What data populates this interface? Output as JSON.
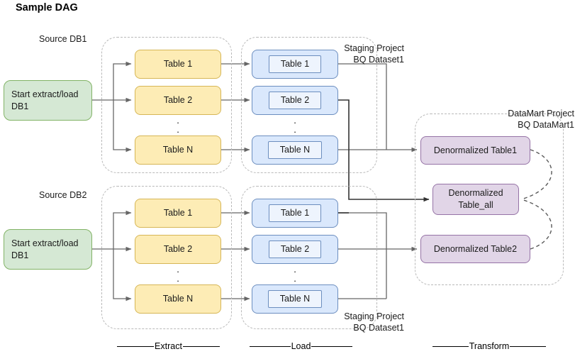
{
  "title": "Sample DAG",
  "groups": {
    "source_db1_label": "Source DB1",
    "source_db2_label": "Source DB2",
    "staging_top_label": "Staging Project\nBQ Dataset1",
    "staging_bottom_label": "Staging Project\nBQ Dataset1",
    "datamart_label": "DataMart Project\nBQ DataMart1"
  },
  "start_nodes": [
    {
      "id": "start-db1-top",
      "text": "Start extract/load DB1"
    },
    {
      "id": "start-db1-bottom",
      "text": "Start extract/load DB1"
    }
  ],
  "extract_top": [
    {
      "label": "Table 1"
    },
    {
      "label": "Table 2"
    },
    {
      "label": "Table N"
    }
  ],
  "extract_bottom": [
    {
      "label": "Table 1"
    },
    {
      "label": "Table 2"
    },
    {
      "label": "Table N"
    }
  ],
  "load_top": [
    {
      "label": "Table 1"
    },
    {
      "label": "Table 2"
    },
    {
      "label": "Table N"
    }
  ],
  "load_bottom": [
    {
      "label": "Table 1"
    },
    {
      "label": "Table 2"
    },
    {
      "label": "Table N"
    }
  ],
  "transform": [
    {
      "id": "denorm-table1",
      "label": "Denormalized Table1"
    },
    {
      "id": "denorm-table-all",
      "line1": "Denormalized",
      "line2": "Table_all"
    },
    {
      "id": "denorm-table2",
      "label": "Denormalized Table2"
    }
  ],
  "phases": [
    {
      "id": "phase-extract",
      "label": "Extract"
    },
    {
      "id": "phase-load",
      "label": "Load"
    },
    {
      "id": "phase-transform",
      "label": "Transform"
    }
  ],
  "colors": {
    "yellow_fill": "#fdecb5",
    "yellow_stroke": "#d6b656",
    "blue_fill": "#dae8fc",
    "blue_stroke": "#6c8ebf",
    "green_fill": "#d5e8d4",
    "green_stroke": "#82b366",
    "purple_fill": "#e1d5e7",
    "purple_stroke": "#9673a6",
    "group_stroke": "#b9b9b9",
    "arrow_stroke": "#666666",
    "connector_stroke": "#4d4d4d"
  }
}
